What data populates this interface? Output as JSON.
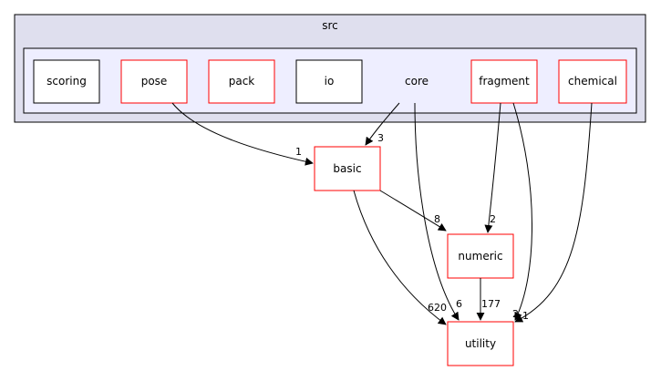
{
  "outer_cluster": {
    "label": "src"
  },
  "inner_cluster": {
    "label": "core"
  },
  "nodes": {
    "scoring": {
      "label": "scoring"
    },
    "pose": {
      "label": "pose"
    },
    "pack": {
      "label": "pack"
    },
    "io": {
      "label": "io"
    },
    "fragment": {
      "label": "fragment"
    },
    "chemical": {
      "label": "chemical"
    },
    "basic": {
      "label": "basic"
    },
    "numeric": {
      "label": "numeric"
    },
    "utility": {
      "label": "utility"
    }
  },
  "edges": {
    "pose_basic": {
      "label": "1"
    },
    "core_basic": {
      "label": "3"
    },
    "basic_numeric": {
      "label": "8"
    },
    "fragment_numeric": {
      "label": "2"
    },
    "basic_utility": {
      "label": "620"
    },
    "core_utility": {
      "label": "6"
    },
    "numeric_utility": {
      "label": "177"
    },
    "fragment_utility": {
      "label": "2"
    },
    "chemical_utility": {
      "label": "1"
    }
  },
  "colors": {
    "outer_fill": "#dfdfee",
    "inner_fill": "#eeeeff",
    "border_red": "#ff0000",
    "border_black": "#000000"
  }
}
